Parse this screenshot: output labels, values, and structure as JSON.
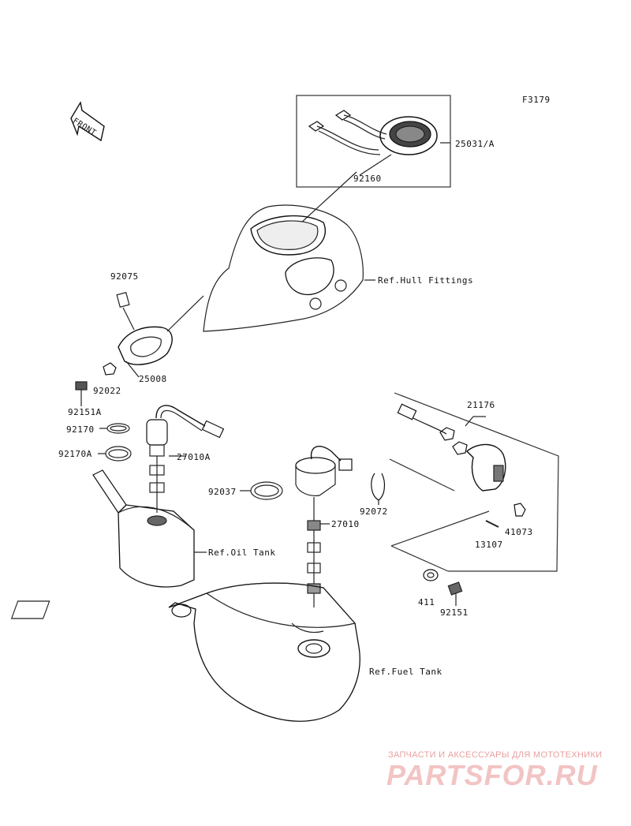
{
  "figure_id": "F3179",
  "front_label": "FRONT",
  "parts": {
    "p25031A": "25031/A",
    "p92160": "92160",
    "p92075": "92075",
    "p25008": "25008",
    "p92022": "92022",
    "p92151A": "92151A",
    "p92170": "92170",
    "p92170A": "92170A",
    "p27010A": "27010A",
    "p92037": "92037",
    "p27010": "27010",
    "p92072": "92072",
    "p21176": "21176",
    "p41073": "41073",
    "p13107": "13107",
    "p411": "411",
    "p92151": "92151"
  },
  "refs": {
    "hull": "Ref.Hull Fittings",
    "oil": "Ref.Oil Tank",
    "fuel": "Ref.Fuel Tank"
  },
  "watermark": {
    "tagline": "ЗАПЧАСТИ И АКСЕССУАРЫ ДЛЯ МОТОТЕХНИКИ",
    "brand": "PARTSFOR.RU"
  }
}
